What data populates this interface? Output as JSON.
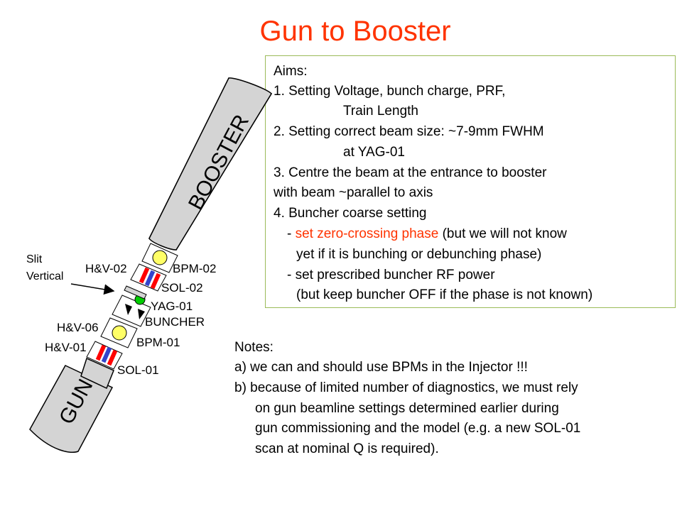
{
  "title": "Gun to Booster",
  "aims": {
    "heading": "Aims:",
    "item1_line1": "1. Setting Voltage, bunch charge, PRF,",
    "item1_line2": "Train Length",
    "item2_line1": "2. Setting correct beam size: ~7-9mm FWHM",
    "item2_line2": "at YAG-01",
    "item3_line1": "3. Centre the beam at the entrance to booster",
    "item3_line2": "with beam ~parallel to axis",
    "item4_line1": "4. Buncher coarse setting",
    "item4_a_dash": "- ",
    "item4_a_red": "set zero-crossing phase",
    "item4_a_rest": " (but we will not know",
    "item4_a_line2": "yet if it is bunching or debunching phase)",
    "item4_b_line1": "- set prescribed buncher RF power",
    "item4_b_line2": "(but keep buncher OFF if the phase is not known)"
  },
  "notes": {
    "heading": "Notes:",
    "a": "a) we can and should use BPMs in the Injector !!!",
    "b_line1": "b) because of limited number of diagnostics, we must rely",
    "b_line2": "on gun beamline settings determined earlier during",
    "b_line3": "gun commissioning and the model (e.g. a new SOL-01",
    "b_line4": "scan at nominal Q is required)."
  },
  "diagram": {
    "booster_label": "BOOSTER",
    "gun_label": "GUN",
    "slit_line1": "Slit",
    "slit_line2": "Vertical",
    "labels": {
      "hv02": "H&V-02",
      "bpm02": "BPM-02",
      "sol02": "SOL-02",
      "yag01": "YAG-01",
      "hv06": "H&V-06",
      "buncher": "BUNCHER",
      "hv01": "H&V-01",
      "bpm01": "BPM-01",
      "sol01": "SOL-01"
    }
  }
}
